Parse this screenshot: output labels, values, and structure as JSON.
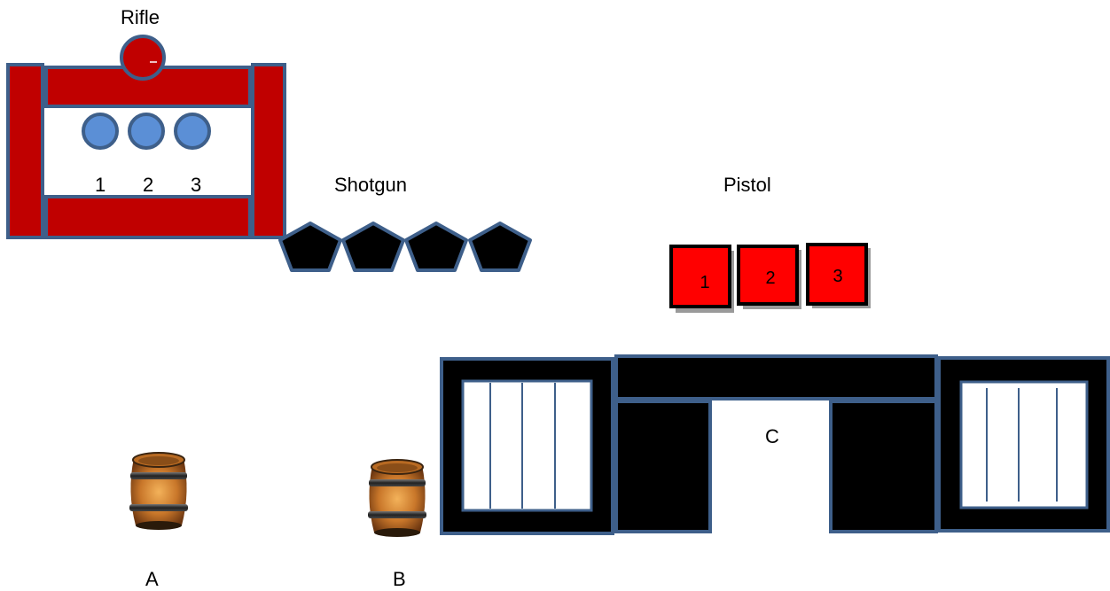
{
  "stations": {
    "rifle": {
      "title": "Rifle",
      "targets": [
        "1",
        "2",
        "3"
      ]
    },
    "shotgun": {
      "title": "Shotgun"
    },
    "pistol": {
      "title": "Pistol",
      "targets": [
        "1",
        "2",
        "3"
      ]
    }
  },
  "positions": {
    "a": "A",
    "b": "B",
    "c": "C"
  },
  "icons": {
    "barrel": "barrel-icon"
  },
  "colors": {
    "frame_red": "#c00000",
    "outline_blue": "#3e5f8a",
    "target_blue": "#5b8fd6",
    "plate_red": "#ff0000"
  }
}
